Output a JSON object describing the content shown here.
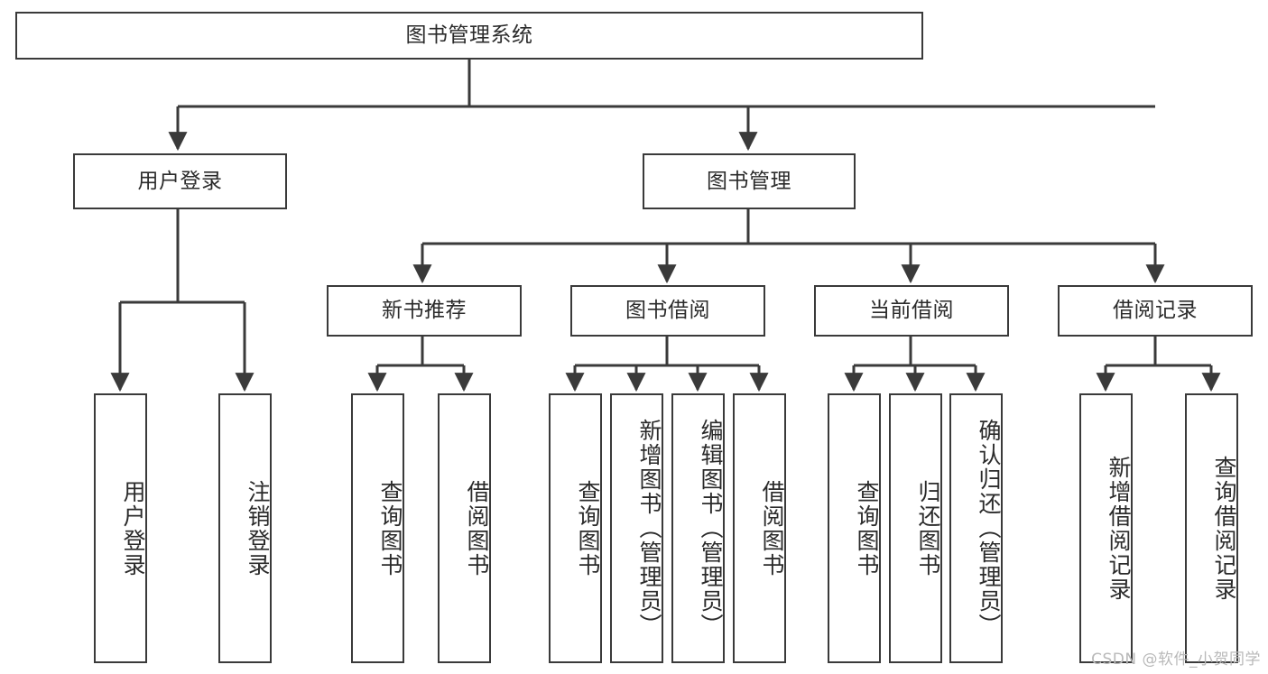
{
  "diagram": {
    "title": "图书管理系统",
    "type": "tree-hierarchy",
    "stroke_color": "#3a3a3a",
    "text_color": "#2b2b2b",
    "background_color": "#ffffff"
  },
  "root": {
    "label": "图书管理系统"
  },
  "level2": [
    {
      "label": "用户登录"
    },
    {
      "label": "图书管理"
    }
  ],
  "level3": [
    {
      "label": "新书推荐"
    },
    {
      "label": "图书借阅"
    },
    {
      "label": "当前借阅"
    },
    {
      "label": "借阅记录"
    }
  ],
  "leaves": [
    {
      "label": "用户登录",
      "parent": "用户登录"
    },
    {
      "label": "注销登录",
      "parent": "用户登录"
    },
    {
      "label": "查询图书",
      "parent": "新书推荐"
    },
    {
      "label": "借阅图书",
      "parent": "新书推荐"
    },
    {
      "label": "查询图书",
      "parent": "图书借阅"
    },
    {
      "label": "新增图书（管理员）",
      "parent": "图书借阅"
    },
    {
      "label": "编辑图书（管理员）",
      "parent": "图书借阅"
    },
    {
      "label": "借阅图书",
      "parent": "图书借阅"
    },
    {
      "label": "查询图书",
      "parent": "当前借阅"
    },
    {
      "label": "归还图书",
      "parent": "当前借阅"
    },
    {
      "label": "确认归还（管理员）",
      "parent": "当前借阅"
    },
    {
      "label": "新增借阅记录",
      "parent": "借阅记录"
    },
    {
      "label": "查询借阅记录",
      "parent": "借阅记录"
    }
  ],
  "watermark": {
    "text": "CSDN @软件_小贺同学"
  }
}
